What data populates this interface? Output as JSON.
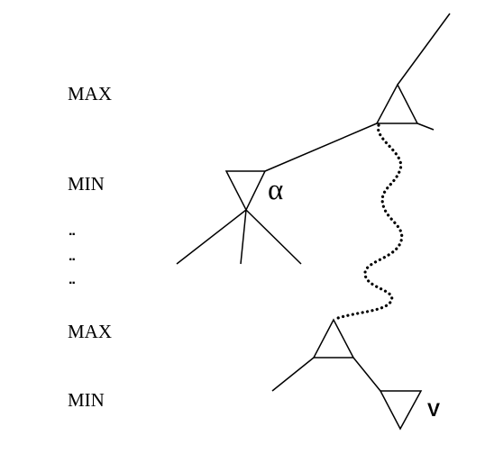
{
  "levels": {
    "top_max": "MAX",
    "first_min": "MIN",
    "ellipsis_1": "..",
    "ellipsis_2": "..",
    "ellipsis_3": "..",
    "lower_max": "MAX",
    "bottom_min": "MIN"
  },
  "node_labels": {
    "alpha": "α",
    "v": "V"
  },
  "colors": {
    "ink": "#000000",
    "background": "#ffffff"
  }
}
